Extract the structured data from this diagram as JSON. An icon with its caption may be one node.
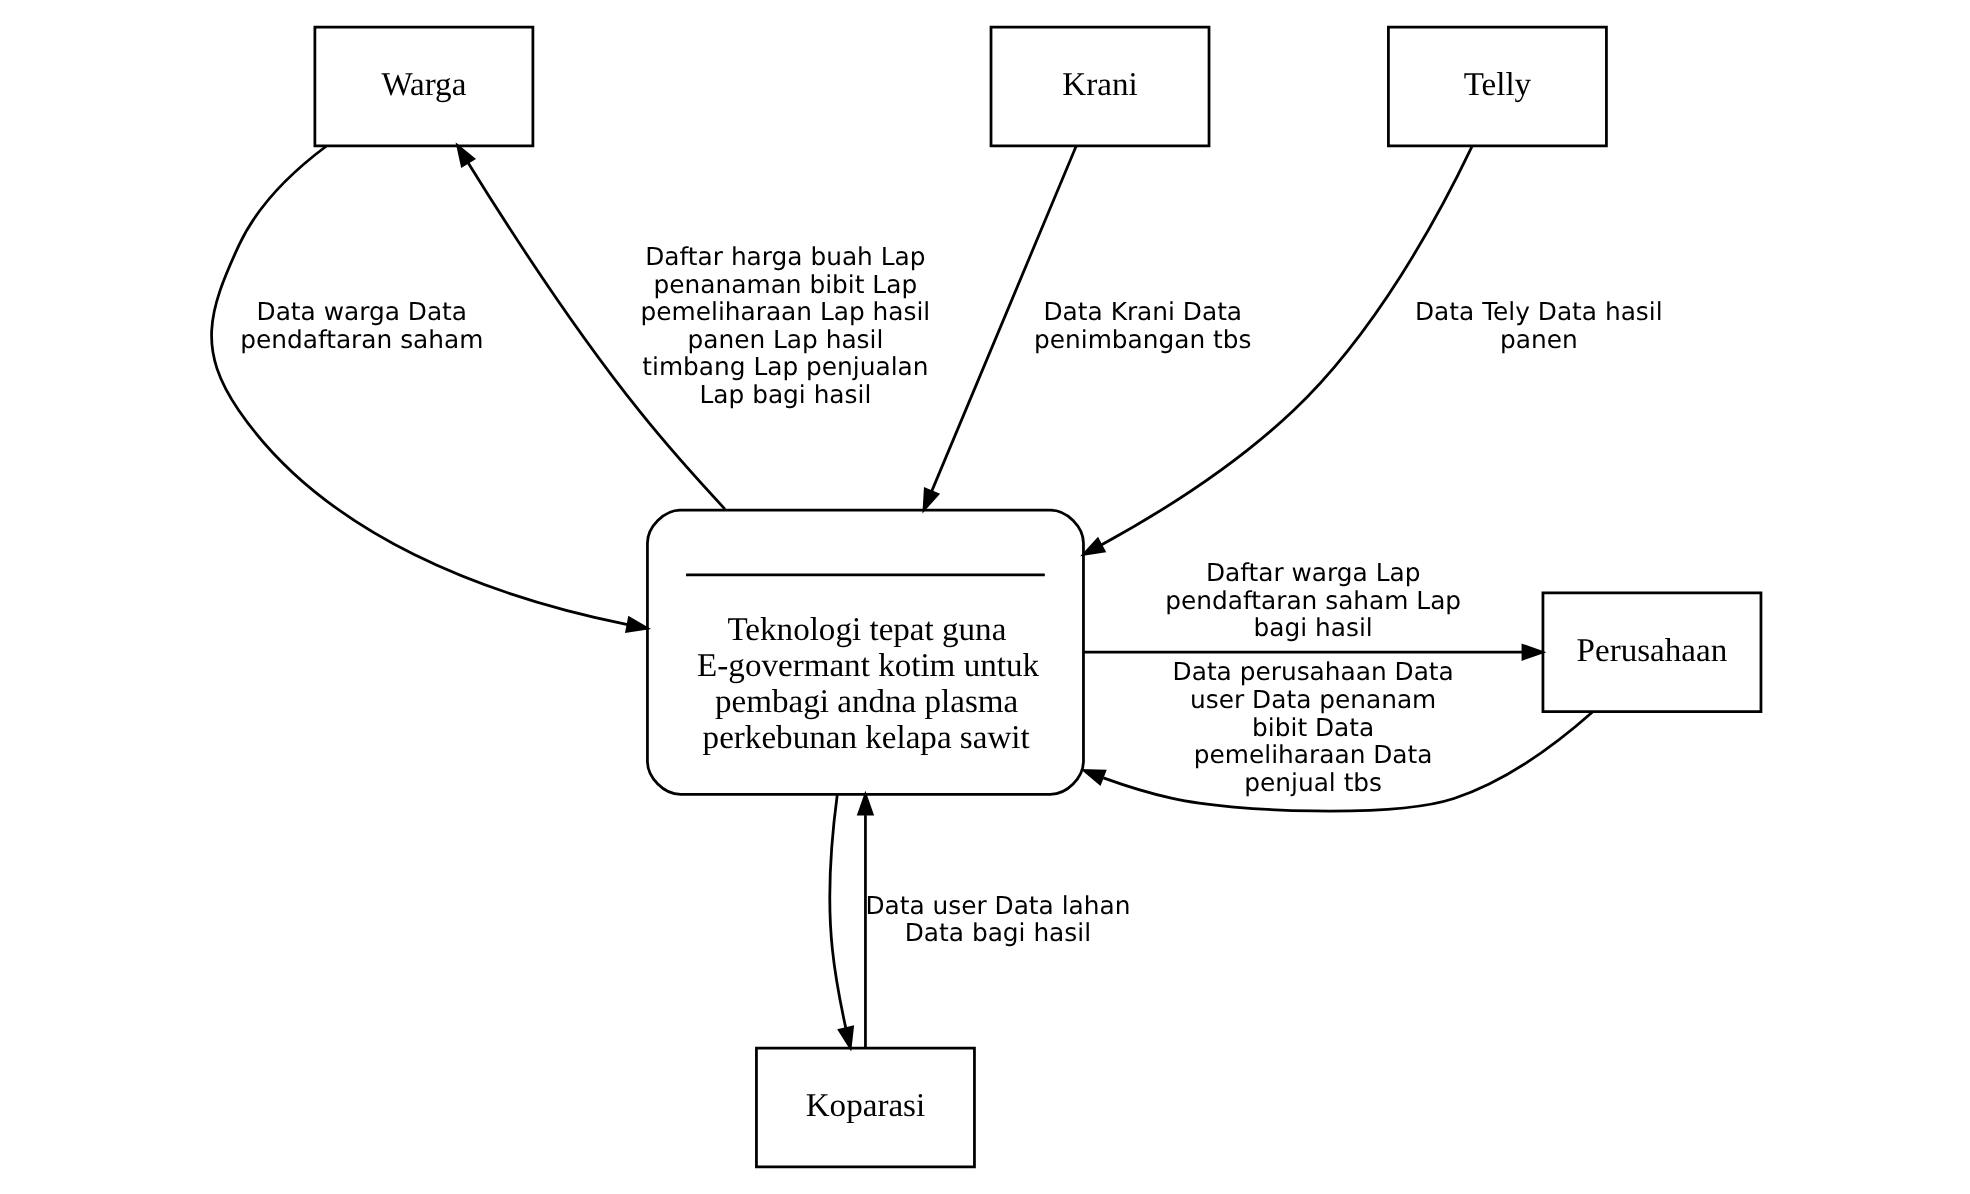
{
  "diagram": {
    "nodes": [
      {
        "text": [
          "Warga"
        ]
      },
      {
        "text": [
          "Krani"
        ]
      },
      {
        "text": [
          "Telly"
        ]
      },
      {
        "text": [
          "Teknologi tepat guna E-govermant kotim untuk pembagi andna plasma perkebunan kelapa sawit"
        ]
      },
      {
        "text": [
          "Perusahaan"
        ]
      },
      {
        "text": [
          "Koparasi"
        ]
      }
    ],
    "edges": [
      {
        "from": 3,
        "to": 0,
        "arrow": "to",
        "label": "Daftar harga buah Lap penanaman bibit Lap pemeliharaan Lap hasil panen Lap hasil timbang Lap penjualan Lap bagi hasil"
      },
      {
        "from": 0,
        "to": 3,
        "arrow": "to",
        "label": "Data warga Data pendaftaran saham"
      },
      {
        "from": 1,
        "to": 3,
        "arrow": "to",
        "label": "Data Krani Data penimbangan tbs"
      },
      {
        "from": 2,
        "to": 3,
        "arrow": "to",
        "label": "Data Tely Data hasil panen"
      },
      {
        "from": 4,
        "to": 3,
        "arrow": "to",
        "label": "Data perusahaan Data user Data penanam bibit Data pemeliharaan Data penjual tbs"
      },
      {
        "from": 3,
        "to": 4,
        "arrow": "to",
        "label": "Daftar warga Lap pendaftaran saham Lap bagi hasil"
      },
      {
        "from": 5,
        "to": 3,
        "arrow": "to",
        "label": "Data user Data lahan Data bagi hasil"
      },
      {
        "from": 3,
        "to": 5,
        "arrow": "to"
      }
    ]
  }
}
